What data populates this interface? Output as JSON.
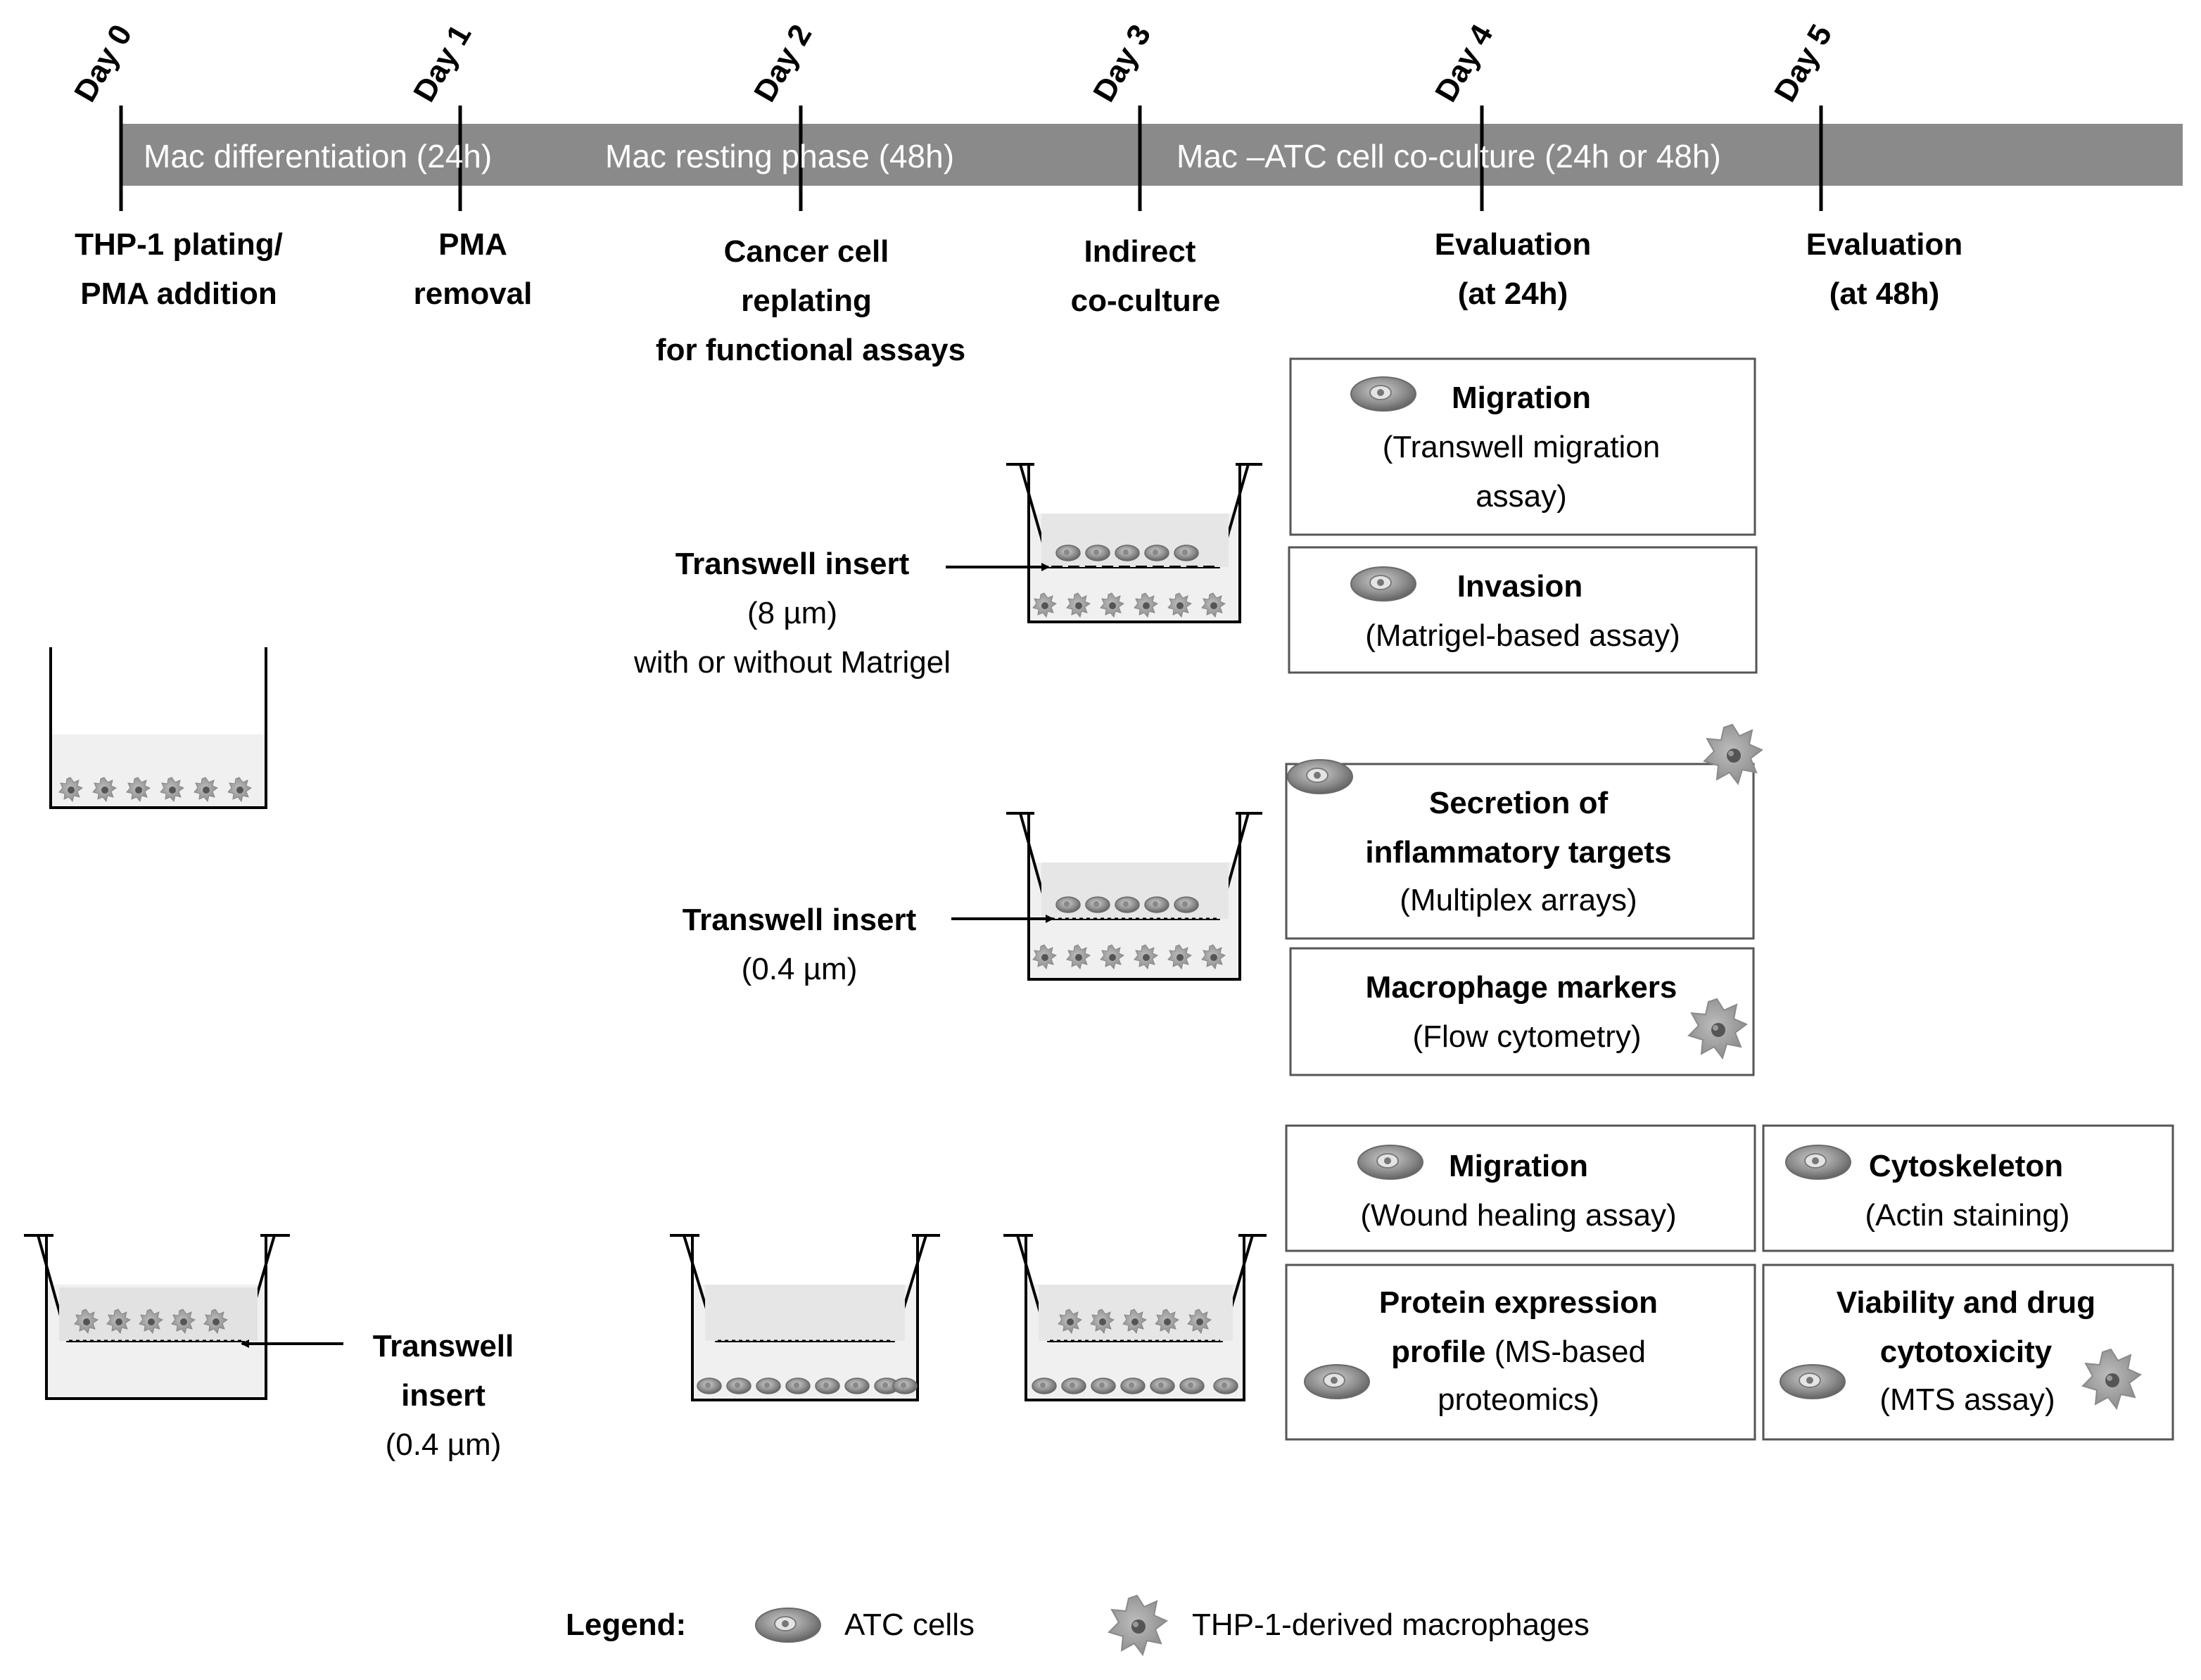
{
  "timeline": {
    "days": [
      "Day 0",
      "Day 1",
      "Day 2",
      "Day 3",
      "Day 4",
      "Day 5"
    ],
    "phases": [
      "Mac differentiation (24h)",
      "Mac resting phase (48h)",
      "Mac –ATC cell co-culture (24h or 48h)"
    ],
    "events": [
      [
        "THP-1 plating/",
        "PMA addition"
      ],
      [
        "PMA",
        "removal"
      ],
      [
        "Cancer cell",
        "replating",
        "for functional assays"
      ],
      [
        "Indirect",
        "co-culture"
      ],
      [
        "Evaluation",
        "(at 24h)"
      ],
      [
        "Evaluation",
        "(at 48h)"
      ]
    ]
  },
  "setups": {
    "insert_8um": [
      "Transwell insert",
      "(8 µm)",
      "with or without Matrigel"
    ],
    "insert_04um_mid": [
      "Transwell insert",
      "(0.4 µm)"
    ],
    "insert_04um_bottom": [
      "Transwell",
      "insert",
      "(0.4 µm)"
    ]
  },
  "assays": {
    "migration_transwell": {
      "title": "Migration",
      "lines": [
        "(Transwell migration",
        "assay)"
      ]
    },
    "invasion": {
      "title": "Invasion",
      "lines": [
        "(Matrigel-based assay)"
      ]
    },
    "secretion": {
      "title_lines": [
        "Secretion of",
        "inflammatory targets"
      ],
      "lines": [
        "(Multiplex arrays)"
      ]
    },
    "macrophage_markers": {
      "title": "Macrophage markers",
      "lines": [
        "(Flow cytometry)"
      ]
    },
    "migration_wound": {
      "title": "Migration",
      "lines": [
        "(Wound healing assay)"
      ]
    },
    "cytoskeleton": {
      "title": "Cytoskeleton",
      "lines": [
        "(Actin staining)"
      ]
    },
    "protein": {
      "title_lines": [
        "Protein expression",
        "profile"
      ],
      "inline": " (MS-based",
      "lines": [
        "proteomics)"
      ]
    },
    "viability": {
      "title_lines": [
        "Viability and drug",
        "cytotoxicity"
      ],
      "lines": [
        "(MTS assay)"
      ]
    }
  },
  "legend": {
    "label": "Legend:",
    "atc": "ATC cells",
    "mac": "THP-1-derived macrophages"
  }
}
